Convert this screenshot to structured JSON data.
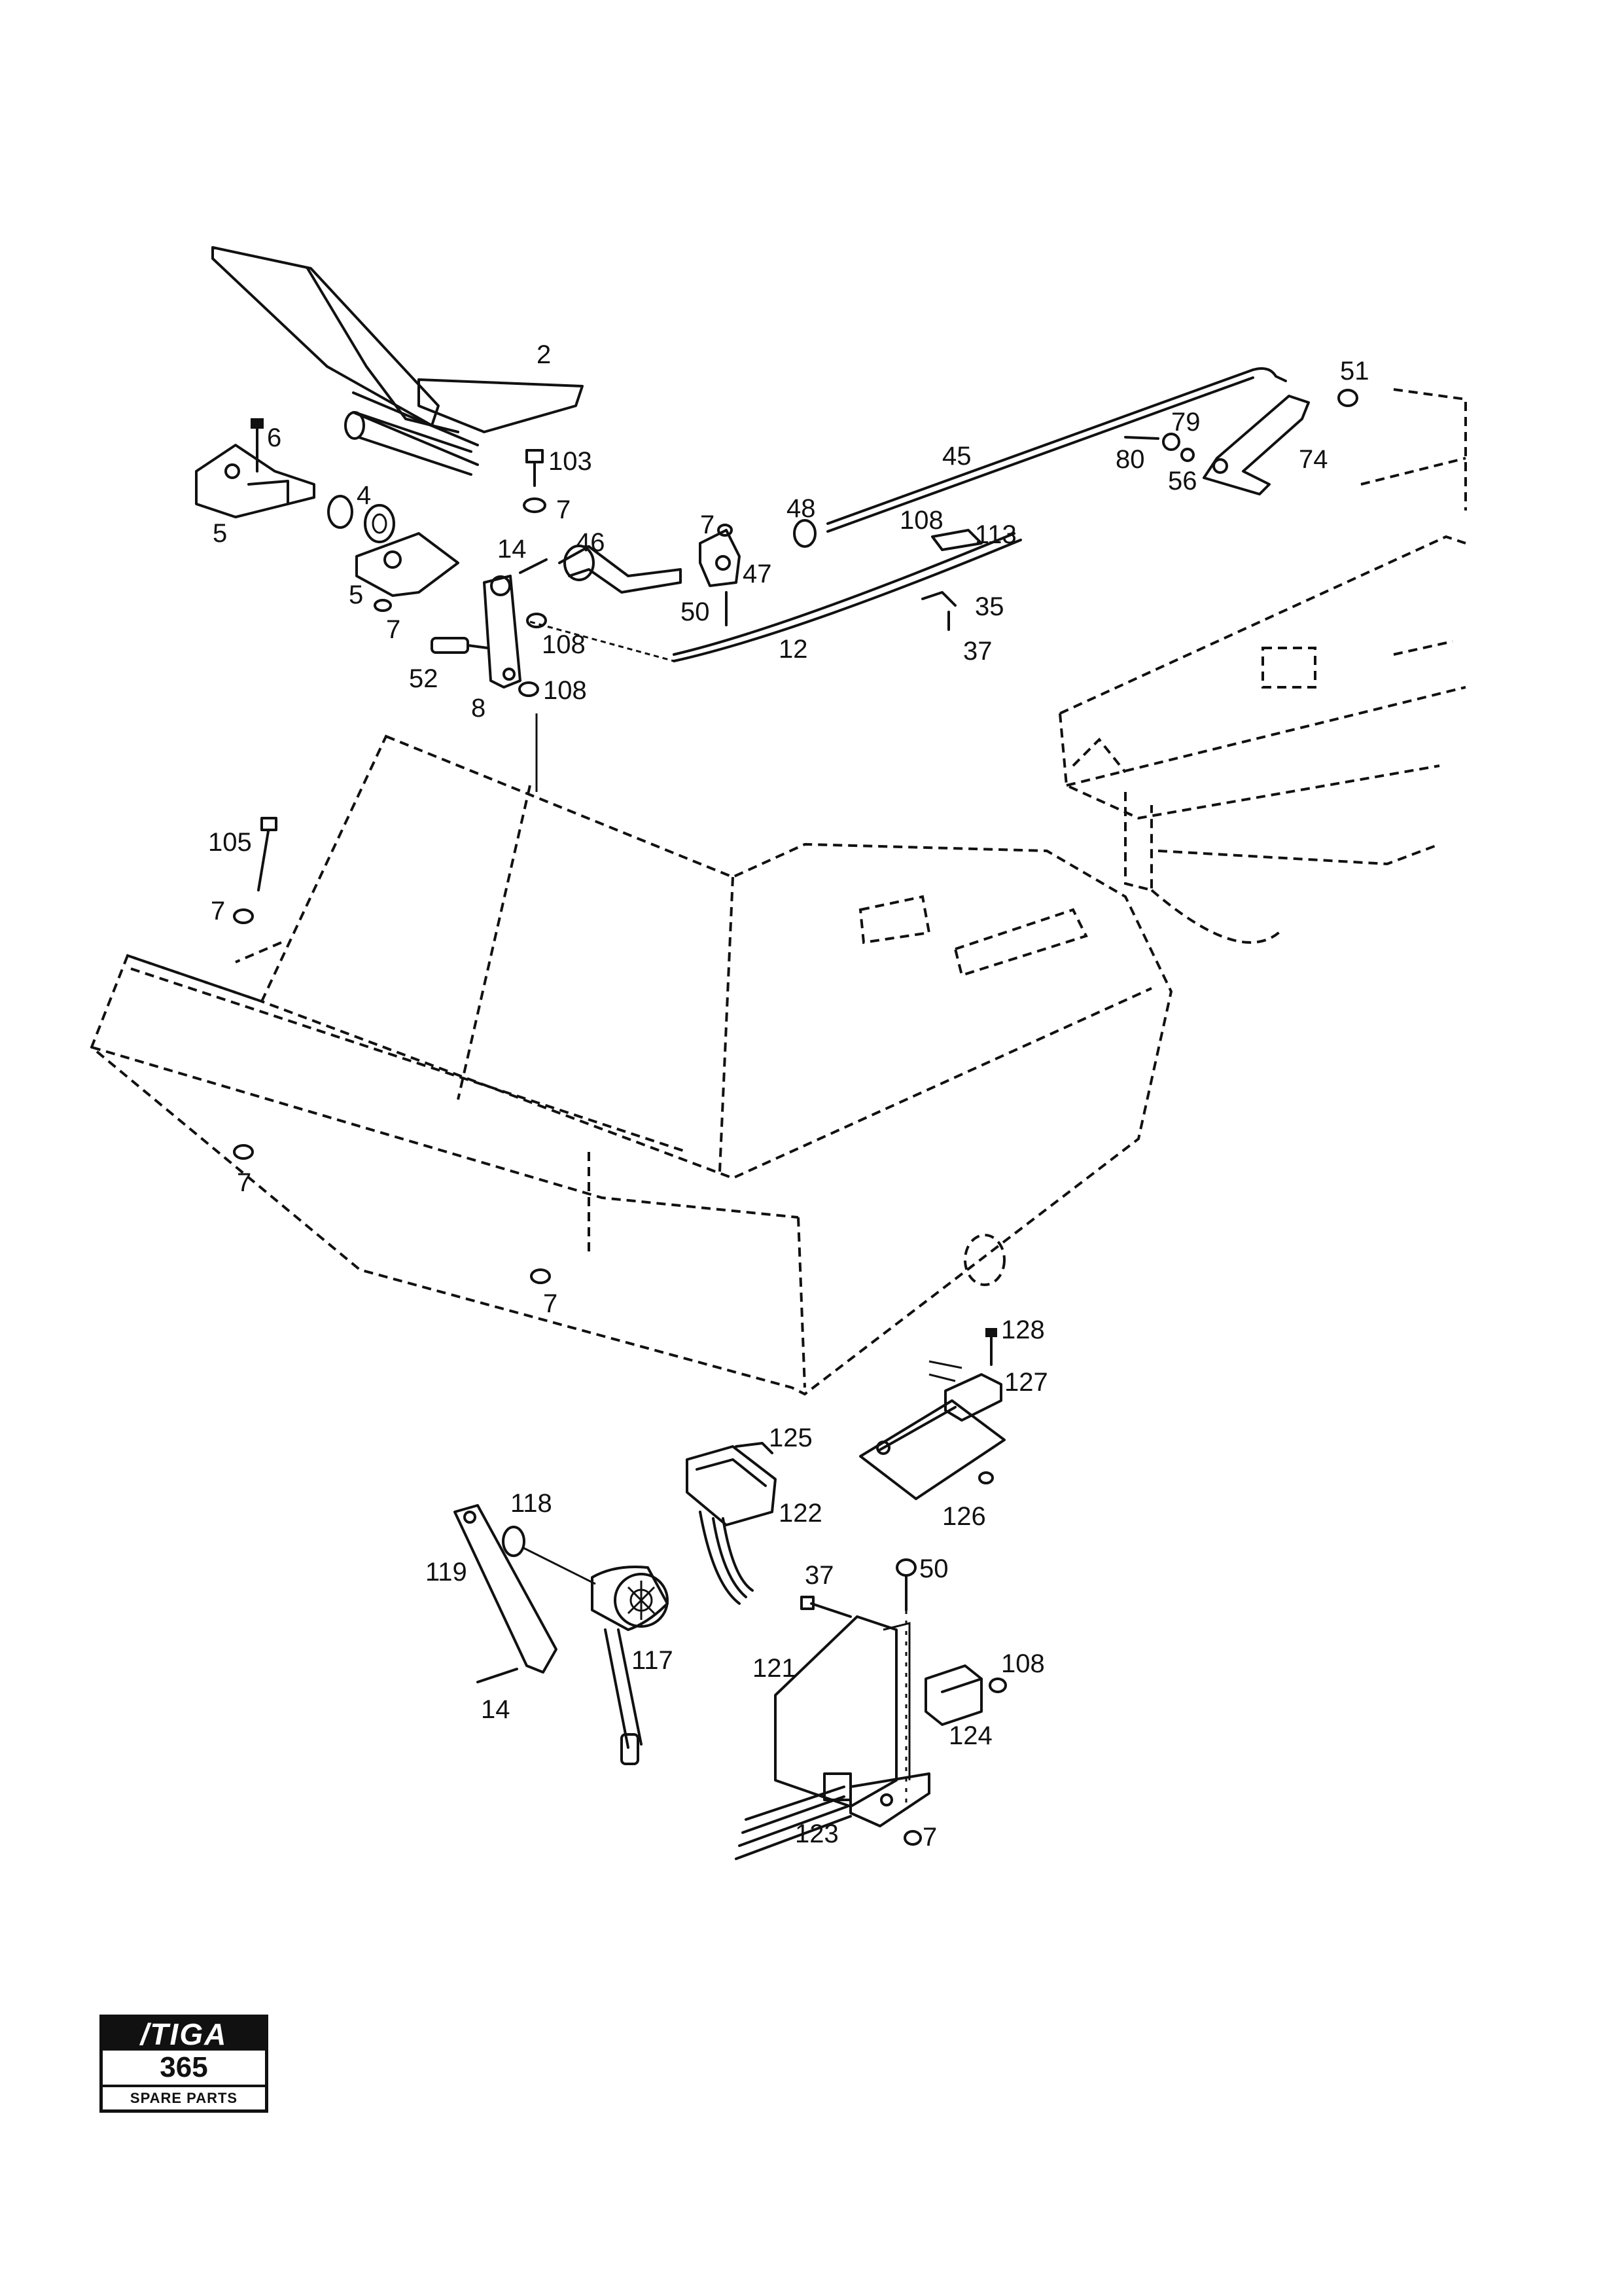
{
  "labels": {
    "l2": "2",
    "l6": "6",
    "l103": "103",
    "l7a": "7",
    "l4": "4",
    "l5a": "5",
    "l5b": "5",
    "l7b": "7",
    "l14a": "14",
    "l46": "46",
    "l7c": "7",
    "l48": "48",
    "l47": "47",
    "l50a": "50",
    "l108a": "108",
    "l52": "52",
    "l108b": "108",
    "l8": "8",
    "l45": "45",
    "l108c": "108",
    "l113": "113",
    "l35": "35",
    "l12": "12",
    "l37a": "37",
    "l79": "79",
    "l80": "80",
    "l56": "56",
    "l51": "51",
    "l74": "74",
    "l105": "105",
    "l7d": "7",
    "l7e": "7",
    "l7f": "7",
    "l128": "128",
    "l127": "127",
    "l126": "126",
    "l125": "125",
    "l122": "122",
    "l118": "118",
    "l119": "119",
    "l117": "117",
    "l14b": "14",
    "l37b": "37",
    "l50b": "50",
    "l121": "121",
    "l108d": "108",
    "l124": "124",
    "l123": "123",
    "l7g": "7"
  },
  "logo": {
    "brand": "/TIGA",
    "model": "365",
    "caption": "SPARE PARTS"
  }
}
